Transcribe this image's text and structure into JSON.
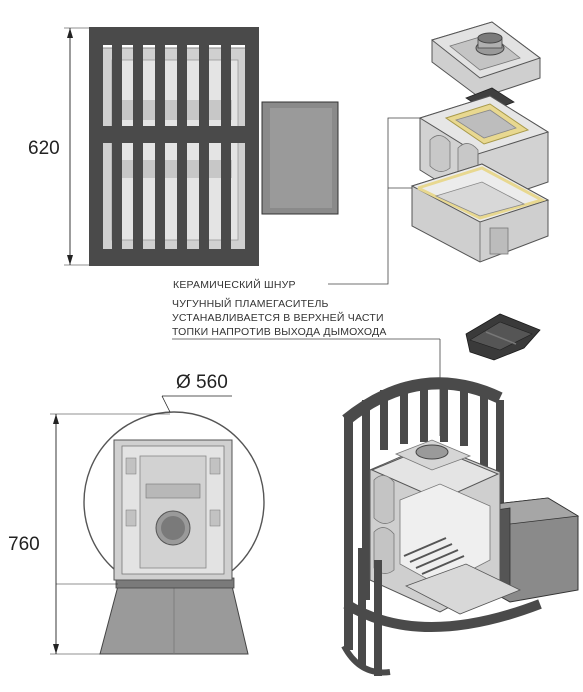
{
  "dimensions": {
    "height_upper": "620",
    "height_lower": "760",
    "diameter": "Ø 560"
  },
  "labels": {
    "ceramic_cord": "КЕРАМИЧЕСКИЙ ШНУР",
    "flame_arrester_line1": "ЧУГУННЫЙ ПЛАМЕГАСИТЕЛЬ",
    "flame_arrester_line2": "УСТАНАВЛИВАЕТСЯ В ВЕРХНЕЙ ЧАСТИ",
    "flame_arrester_line3": "ТОПКИ НАПРОТИВ ВЫХОДА ДЫМОХОДА"
  },
  "colors": {
    "bar_dark": "#4a4a4a",
    "casting_light": "#d9d9d9",
    "casting_mid": "#b5b5b5",
    "cord_yellow": "#e8d890"
  }
}
